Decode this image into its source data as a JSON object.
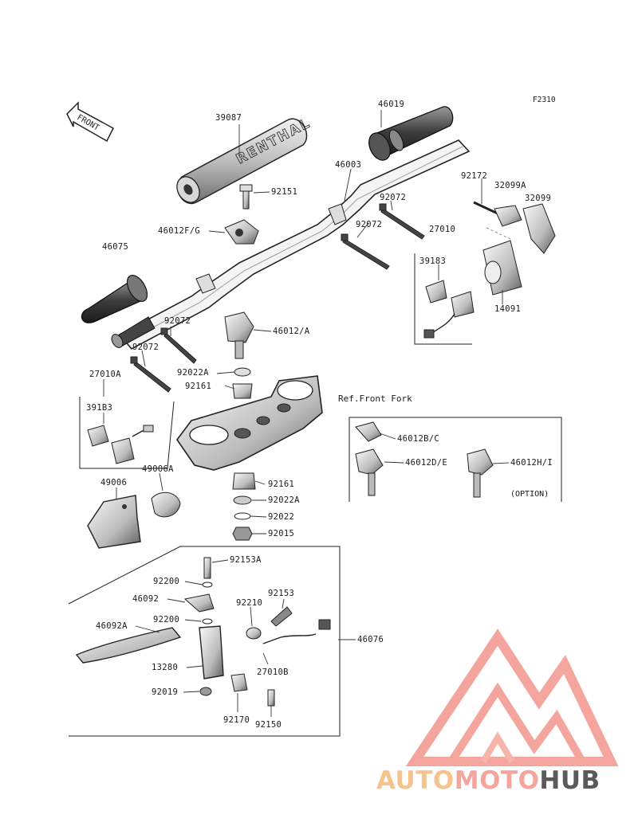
{
  "figure_id": "F2310",
  "front_label": "FRONT",
  "grip_text": "RENTHAL",
  "ref_text": "Ref.Front Fork",
  "option_text": "(OPTION)",
  "part_labels": {
    "p39087": "39087",
    "p46019": "46019",
    "p46003": "46003",
    "p92151": "92151",
    "p92172": "92172",
    "p32099A": "32099A",
    "p32099": "32099",
    "p46012FG": "46012F/G",
    "p92072a": "92072",
    "p27010": "27010",
    "p92072b": "92072",
    "p46075": "46075",
    "p39183": "39183",
    "p14091": "14091",
    "p92072c": "92072",
    "p46012A": "46012/A",
    "p92072d": "92072",
    "p92022A": "92022A",
    "p27010A": "27010A",
    "p92161a": "92161",
    "p39183b": "391B3",
    "p46012BC": "46012B/C",
    "p46012DE": "46012D/E",
    "p46012HI": "46012H/I",
    "p49006": "49006",
    "p49006A": "49006A",
    "p92161b": "92161",
    "p92022Ab": "92022A",
    "p92022": "92022",
    "p92015": "92015",
    "p92153A": "92153A",
    "p92200a": "92200",
    "p46092": "46092",
    "p92210": "92210",
    "p92153": "92153",
    "p92200b": "92200",
    "p46092A": "46092A",
    "p46076": "46076",
    "p13280": "13280",
    "p27010B": "27010B",
    "p92019": "92019",
    "p92170": "92170",
    "p92150": "92150"
  },
  "watermark": {
    "part1": "AUTO",
    "part2": "MOTO",
    "part3": "HUB",
    "color1": "#f6c38d",
    "color2": "#f4a59d",
    "color3": "#5a5a5a"
  }
}
